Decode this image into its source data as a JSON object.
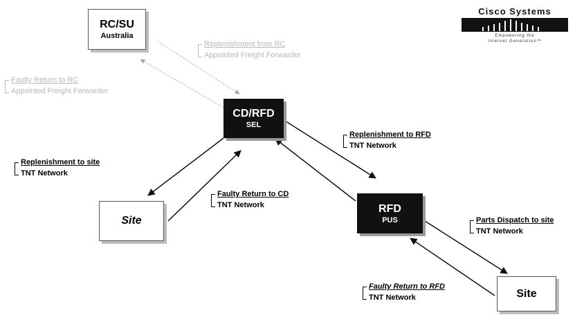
{
  "logo": {
    "wordmark": "Cisco Systems",
    "tagline_1": "Empowering the",
    "tagline_2": "Internet Generation™"
  },
  "nodes": {
    "rcsu": {
      "title": "RC/SU",
      "subtitle": "Australia"
    },
    "cdrfd": {
      "title": "CD/RFD",
      "subtitle": "SEL"
    },
    "rfd": {
      "title": "RFD",
      "subtitle": "PUS"
    },
    "site_left": {
      "title": "Site"
    },
    "site_right": {
      "title": "Site"
    }
  },
  "labels": {
    "replenish_from_rc": {
      "line1": "Replenishment from RC",
      "line2": "Appointed Freight Forwarder"
    },
    "faulty_return_rc": {
      "line1": "Faulty Return to RC",
      "line2": "Appointed Freight Forwarder"
    },
    "replenish_site": {
      "line1": "Replenishment to site",
      "line2": "TNT Network"
    },
    "faulty_return_cd": {
      "line1": "Faulty Return to CD",
      "line2": "TNT Network"
    },
    "replenish_rfd": {
      "line1": "Replenishment to RFD",
      "line2": "TNT Network"
    },
    "parts_dispatch": {
      "line1": "Parts Dispatch to site",
      "line2": "TNT Network"
    },
    "faulty_return_rfd": {
      "line1": "Faulty Return to RFD",
      "line2": "TNT Network"
    }
  },
  "colors": {
    "dark_node": "#111111",
    "faded_text": "#b8b8b8",
    "arrow": "#111111",
    "faded_arrow": "#a8a8a8"
  }
}
